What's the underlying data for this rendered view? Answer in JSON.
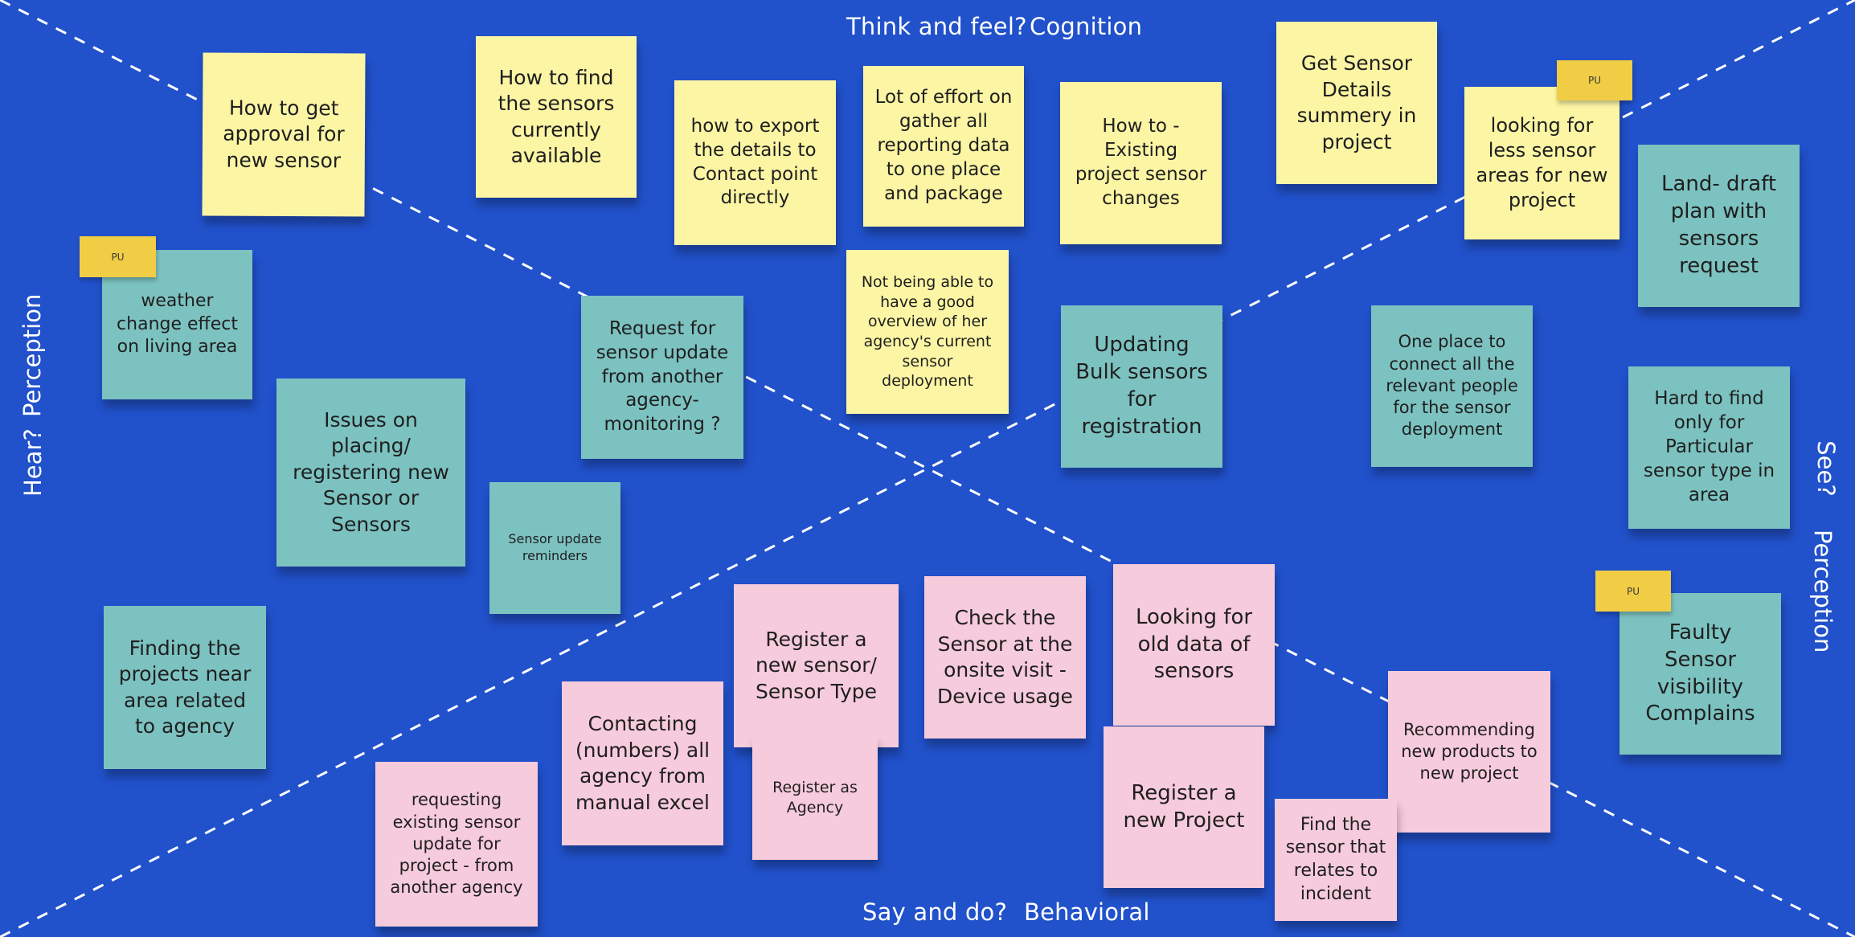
{
  "labels": {
    "top_a": "Think and feel?",
    "top_b": "Cognition",
    "bottom_a": "Say and do?",
    "bottom_b": "Behavioral",
    "left_a": "Hear?",
    "left_b": "Perception",
    "right_a": "See?",
    "right_b": "Perception"
  },
  "colors": {
    "background": "#2151cb",
    "yellow": "#fbf5a4",
    "teal": "#7cc2c0",
    "pink": "#f6cbdc",
    "tag": "#f0cd44"
  },
  "tags": {
    "pu": "PU"
  },
  "notes": {
    "approval": "How to get approval for new sensor",
    "find_sensors": "How to find the sensors currently available",
    "export_details": "how to export the details to Contact point directly",
    "reporting_effort": "Lot of effort on gather all reporting data to one place and package",
    "existing_changes": "How to - Existing project sensor changes",
    "sensor_summary": "Get Sensor Details summery in project",
    "less_areas": "looking for less sensor areas for new project",
    "overview": "Not being able to have a good overview of her agency's current sensor deployment",
    "weather": "weather change effect on living area",
    "request_update": "Request for sensor update from another agency- monitoring ?",
    "issues_placing": "Issues on placing/ registering new Sensor or Sensors",
    "update_reminders": "Sensor update reminders",
    "finding_projects": "Finding the projects near area related to agency",
    "bulk_update": "Updating Bulk sensors for registration",
    "one_place": "One place to connect all the relevant people for the sensor deployment",
    "land_draft": "Land- draft plan with sensors request",
    "hard_to_find": "Hard to find only for Particular sensor type in area",
    "faulty": "Faulty Sensor visibility Complains",
    "register_sensor": "Register a new sensor/ Sensor Type",
    "check_sensor": "Check the Sensor at the onsite visit - Device usage",
    "old_data": "Looking for old data of sensors",
    "contacting": "Contacting (numbers) all agency from manual excel",
    "register_agency": "Register as Agency",
    "requesting_existing": "requesting existing sensor update for project - from another agency",
    "register_project": "Register a new Project",
    "recommending": "Recommending new products to new project",
    "find_incident": "Find the sensor that relates to incident"
  }
}
